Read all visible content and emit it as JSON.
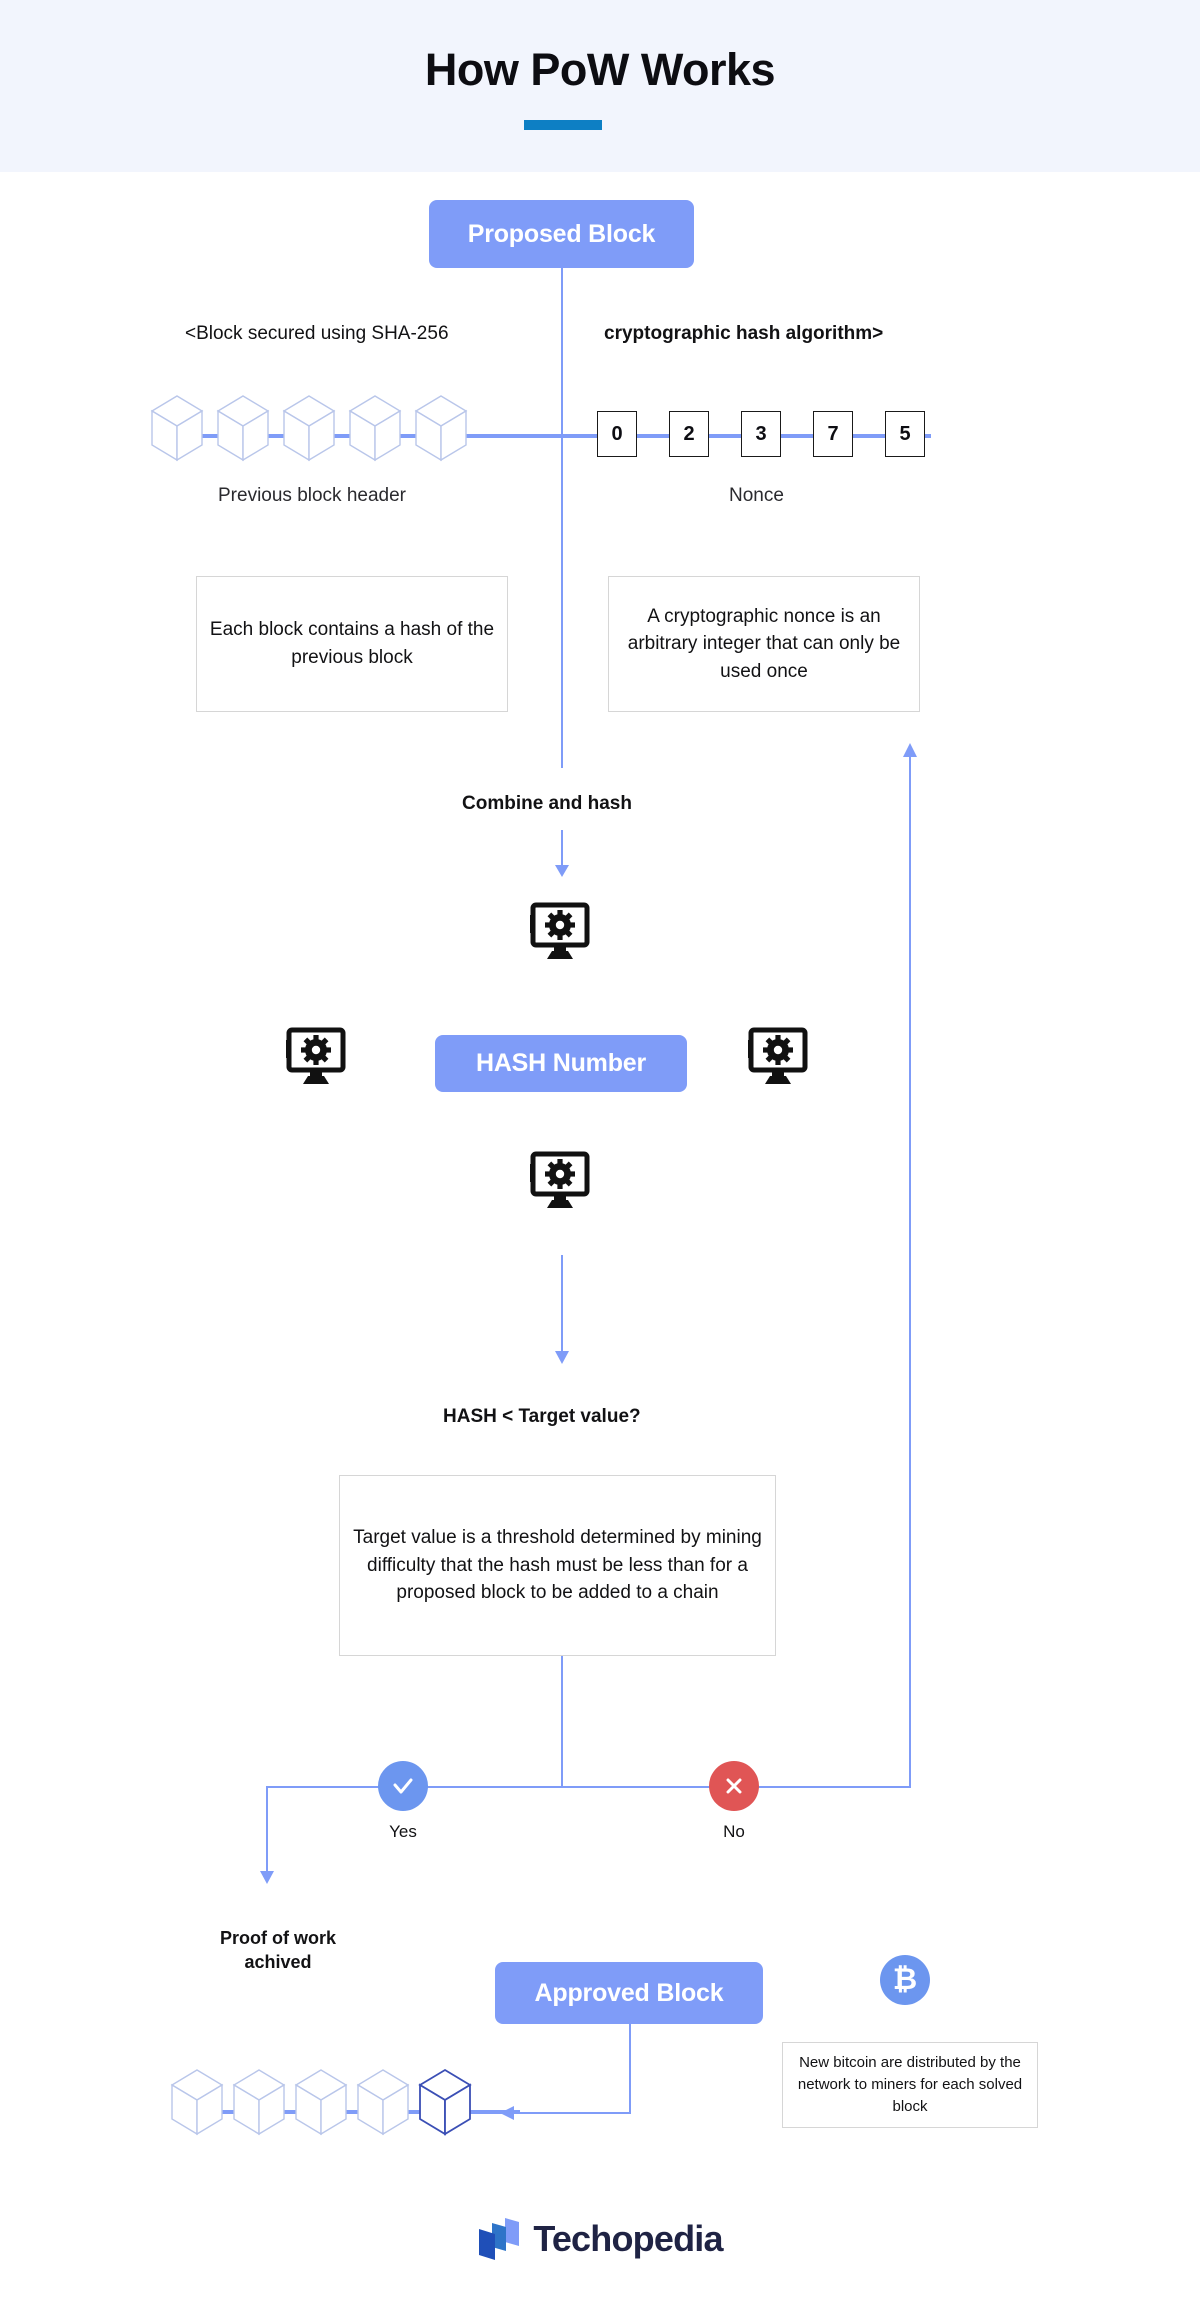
{
  "header": {
    "title": "How PoW Works",
    "accent_color": "#0d7fc4",
    "background_color": "#f2f5fd"
  },
  "theme": {
    "badge_blue": "#7f9cf8",
    "line_blue": "#7f9cf8",
    "yes_blue": "#6c96ef",
    "no_red": "#e05555",
    "note_border": "#d6d6d6",
    "text_dark": "#121214"
  },
  "nodes": {
    "proposed_block": "Proposed Block",
    "hash_number": "HASH Number",
    "approved_block": "Approved Block"
  },
  "captions": {
    "block_secured_bold": "<Block secured",
    "block_secured_rest": " using SHA-256",
    "crypto_hash_algorithm": "cryptographic hash algorithm>",
    "previous_block_header": "Previous block header",
    "nonce": "Nonce",
    "combine_and_hash": "Combine and hash",
    "hash_vs_target": "HASH < Target value?",
    "proof_of_work_line1": "Proof of work",
    "proof_of_work_line2": "achived"
  },
  "nonce_digits": [
    "0",
    "2",
    "3",
    "7",
    "5"
  ],
  "notes": {
    "prev_block_hash": "Each block contains a hash of the previous block",
    "nonce_note": "A cryptographic nonce is an arbitrary integer that can only be used once",
    "target_value": "Target value is a threshold determined by mining difficulty that the hash must be less than for a proposed block to be added to a chain",
    "bitcoin_reward": "New bitcoin are distributed by the network to miners for each solved block"
  },
  "decisions": {
    "yes_label": "Yes",
    "no_label": "No",
    "yes_icon": "check-icon",
    "no_icon": "cross-icon"
  },
  "icons": {
    "monitor_gear": "monitor-gear-icon",
    "bitcoin": "bitcoin-icon",
    "bitcoin_symbol": "₿"
  },
  "chains": {
    "top_cube_count": 5,
    "bottom_cube_count": 5,
    "bottom_highlighted_index": 4
  },
  "footer": {
    "brand": "Techopedia"
  }
}
